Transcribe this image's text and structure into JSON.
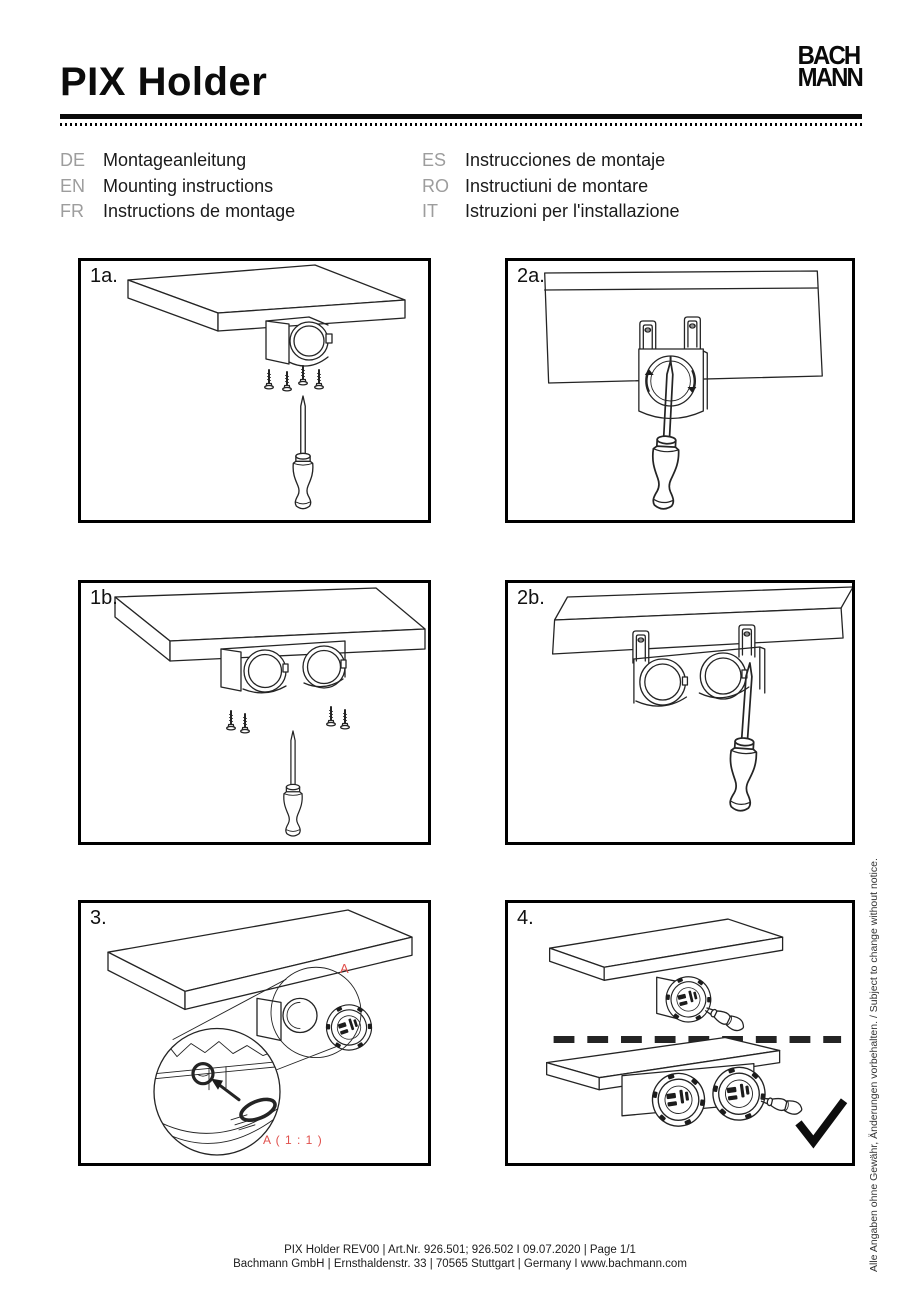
{
  "header": {
    "title": "PIX Holder",
    "brand": {
      "line1": "BACH",
      "line2": "MANN"
    }
  },
  "languages": [
    {
      "code": "DE",
      "text": "Montageanleitung"
    },
    {
      "code": "EN",
      "text": "Mounting instructions"
    },
    {
      "code": "FR",
      "text": "Instructions de montage"
    },
    {
      "code": "ES",
      "text": "Instrucciones de montaje"
    },
    {
      "code": "RO",
      "text": "Instructiuni de montare"
    },
    {
      "code": "IT",
      "text": "Istruzioni per l'installazione"
    }
  ],
  "panels": [
    {
      "id": "1a",
      "label": "1a."
    },
    {
      "id": "2a",
      "label": "2a."
    },
    {
      "id": "1b",
      "label": "1b."
    },
    {
      "id": "2b",
      "label": "2b."
    },
    {
      "id": "3",
      "label": "3.",
      "annotation_a": "A",
      "annotation_scale": "A ( 1 : 1 )"
    },
    {
      "id": "4",
      "label": "4."
    }
  ],
  "colors": {
    "annotation_red": "#e0504c",
    "muted_gray": "#9d9d9d"
  },
  "icons": {
    "check": "✓"
  },
  "side_note": "Alle Angaben ohne Gewähr, Änderungen vorbehalten. / Subject to change without notice.",
  "footer": {
    "line1": "PIX Holder REV00  |  Art.Nr. 926.501; 926.502 I 09.07.2020 | Page 1/1",
    "line2": "Bachmann GmbH | Ernsthaldenstr. 33 | 70565 Stuttgart | Germany I www.bachmann.com"
  }
}
